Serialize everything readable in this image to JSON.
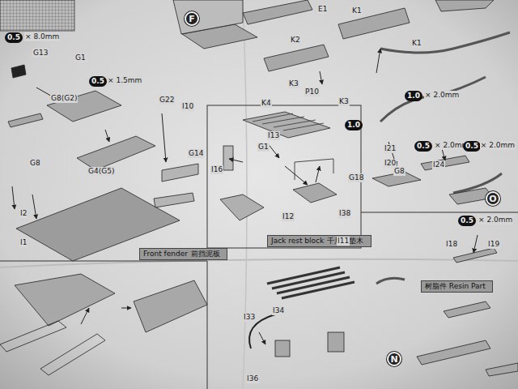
{
  "diagram": {
    "nodes": [
      {
        "text": [
          "Jack rest block",
          "千斤顶垫木"
        ]
      },
      {
        "text": [
          "Front fender",
          "前挡泥板"
        ]
      },
      {
        "text": [
          "F"
        ]
      },
      {
        "text": [
          "O"
        ]
      },
      {
        "text": [
          "N"
        ]
      },
      {
        "text": [
          "树脂件 Resin Part"
        ]
      }
    ],
    "labels": [
      "0.5",
      "× 8.0mm",
      "G13",
      "G1",
      "0.5",
      "× 1.5mm",
      "G8(G2)",
      "G4(G5)",
      "G22",
      "I10",
      "G14",
      "G8",
      "I2",
      "I1",
      "I13",
      "G1",
      "I16",
      "G18",
      "I12",
      "I38",
      "I11",
      "1.0",
      "1.0",
      "× 2.0mm",
      "I21",
      "0.5",
      "× 2.0mm",
      "I20",
      "I24",
      "0.5",
      "× 2.0mm",
      "G8",
      "E1",
      "K1",
      "K1",
      "K2",
      "K3",
      "P10",
      "K3",
      "K4",
      "0.5",
      "× 2.0mm",
      "I18",
      "I19",
      "I33",
      "I34",
      "I36"
    ]
  }
}
